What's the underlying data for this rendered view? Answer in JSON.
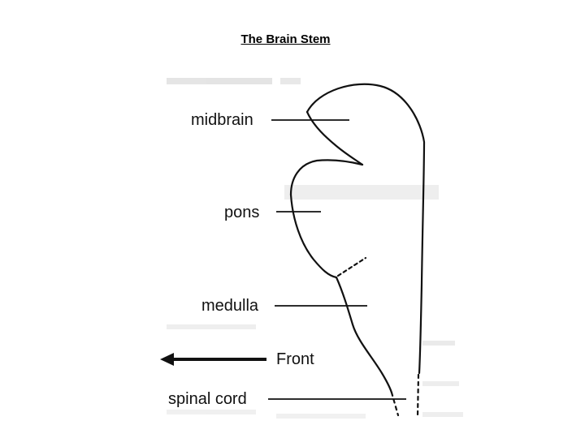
{
  "title": "The Brain Stem",
  "labels": {
    "midbrain": "midbrain",
    "pons": "pons",
    "medulla": "medulla",
    "front": "Front",
    "spinal_cord": "spinal cord"
  }
}
